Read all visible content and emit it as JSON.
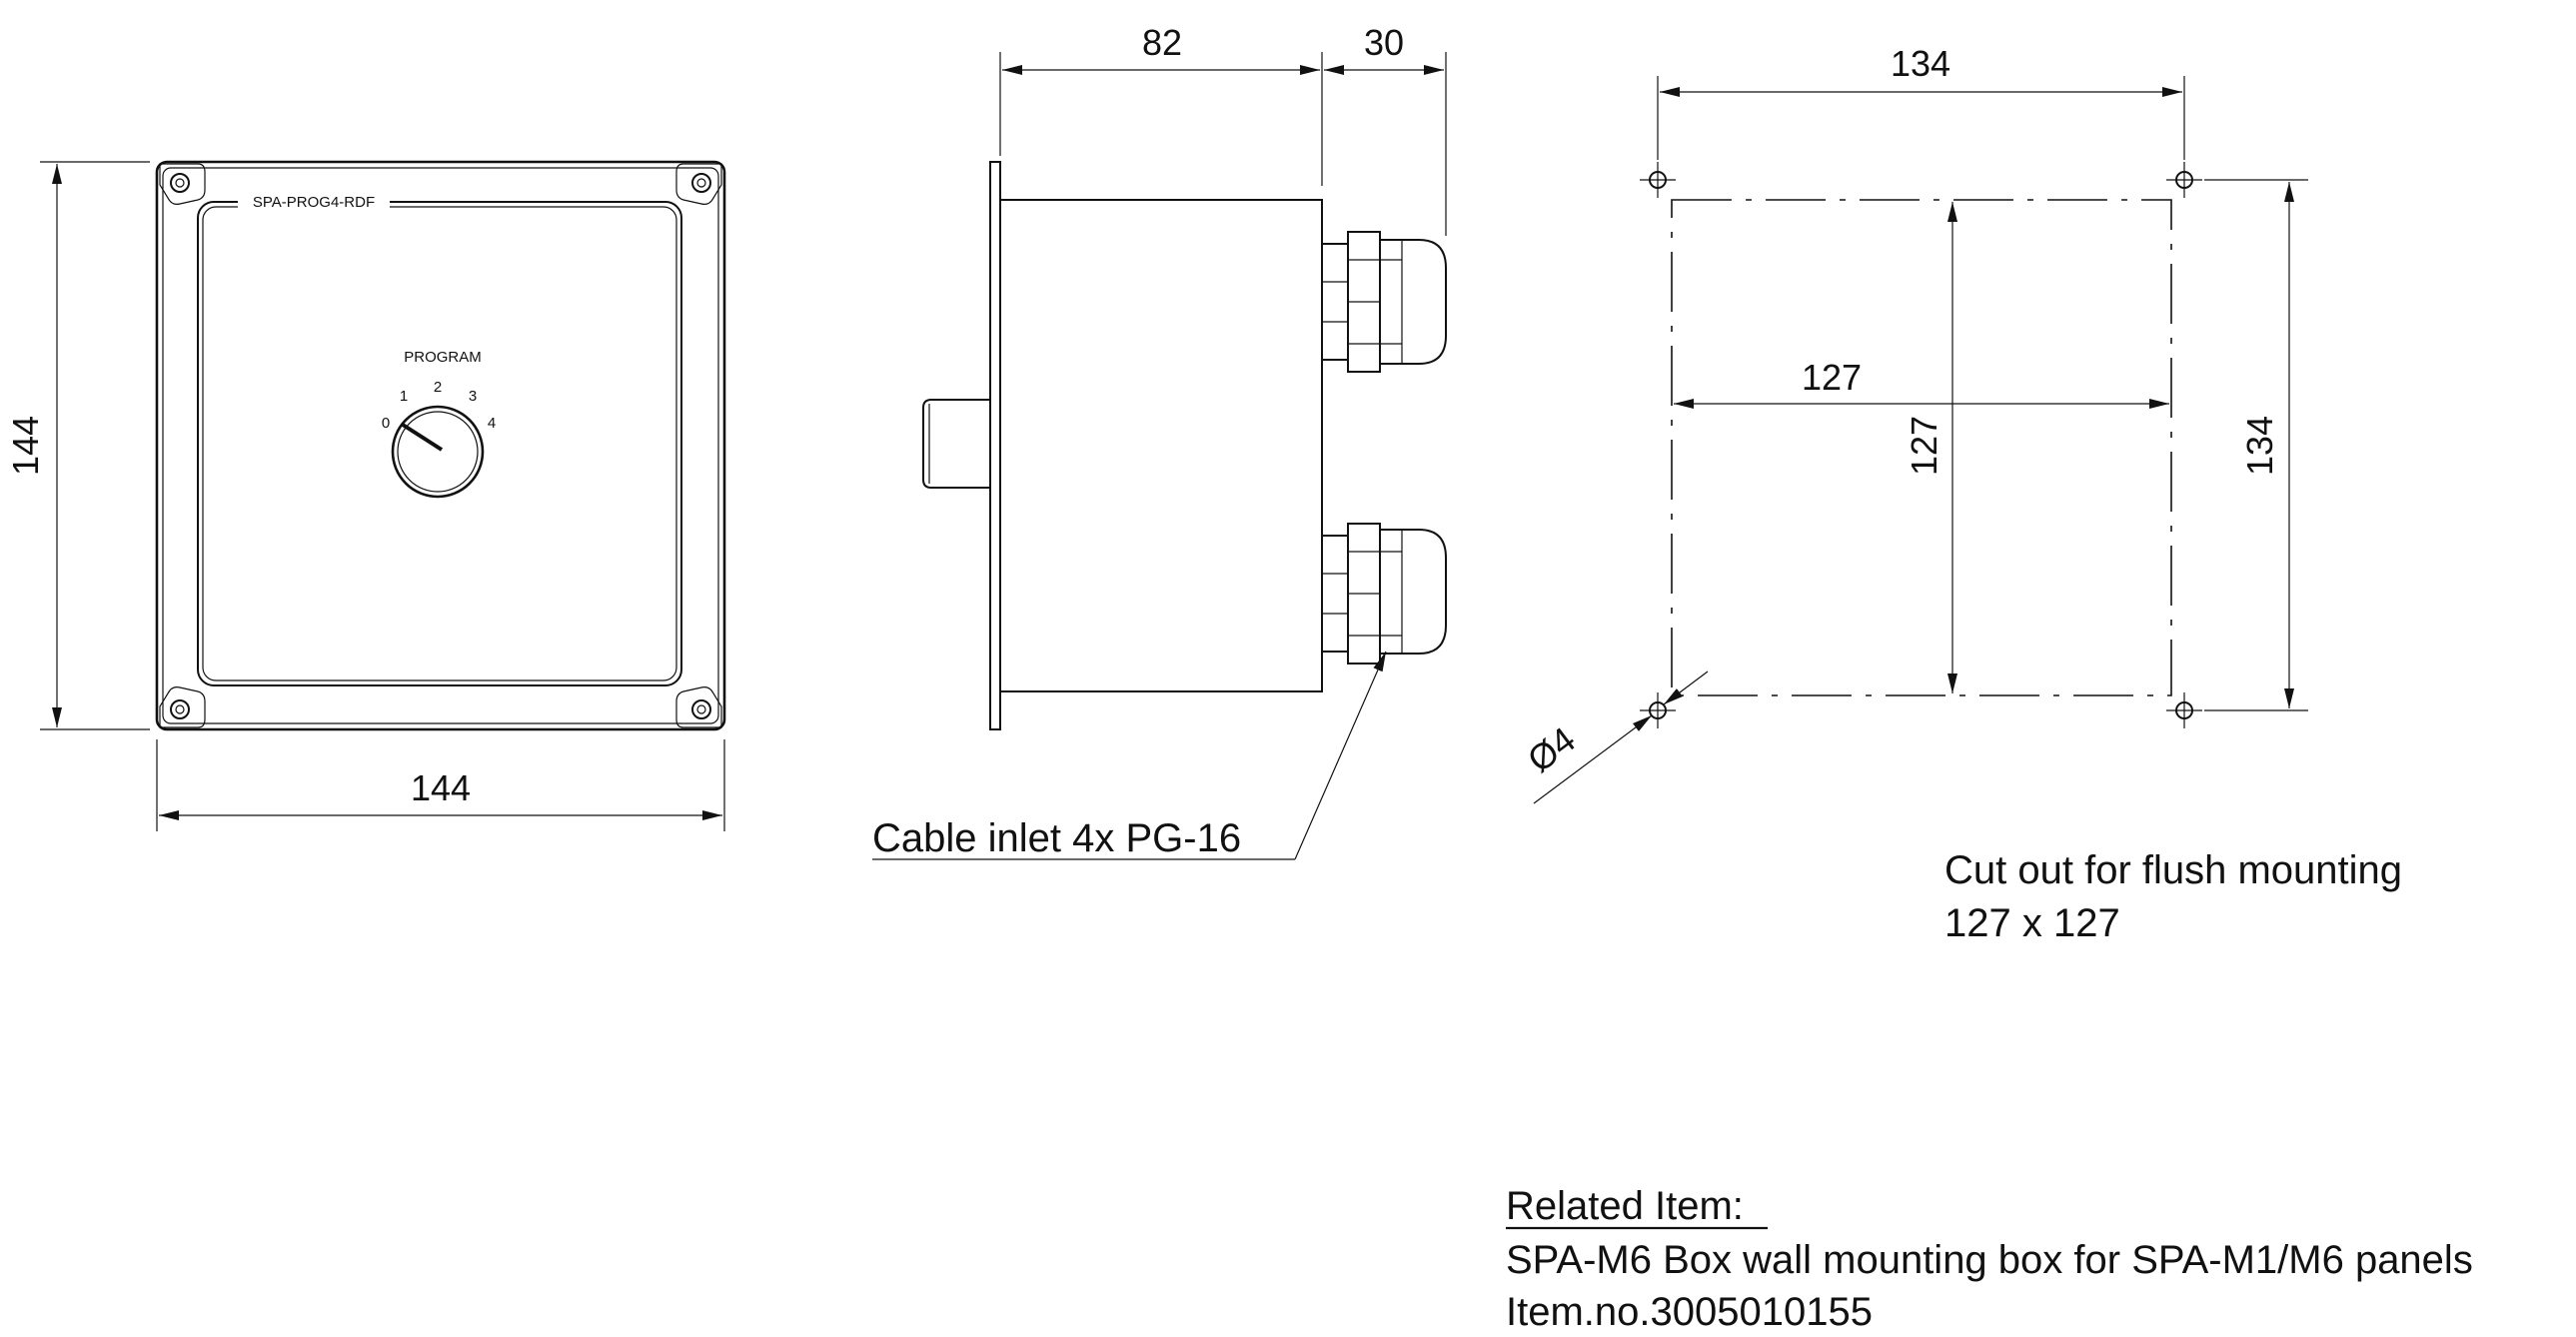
{
  "front_view": {
    "model_label": "SPA-PROG4-RDF",
    "dial_title": "PROGRAM",
    "dial_positions": [
      "0",
      "1",
      "2",
      "3",
      "4"
    ],
    "height_dim": "144",
    "width_dim": "144"
  },
  "side_view": {
    "depth_dim": "82",
    "gland_dim": "30",
    "cable_callout": "Cable inlet 4x PG-16"
  },
  "cutout_view": {
    "outer_width_dim": "134",
    "outer_height_dim": "134",
    "inner_width_dim": "127",
    "inner_height_dim": "127",
    "hole_dim": "Ø4",
    "caption_line1": "Cut out for flush mounting",
    "caption_line2": "127 x 127"
  },
  "related": {
    "heading": "Related Item:",
    "description": "SPA-M6 Box wall mounting box for SPA-M1/M6 panels",
    "item_number": "Item.no.3005010155"
  }
}
